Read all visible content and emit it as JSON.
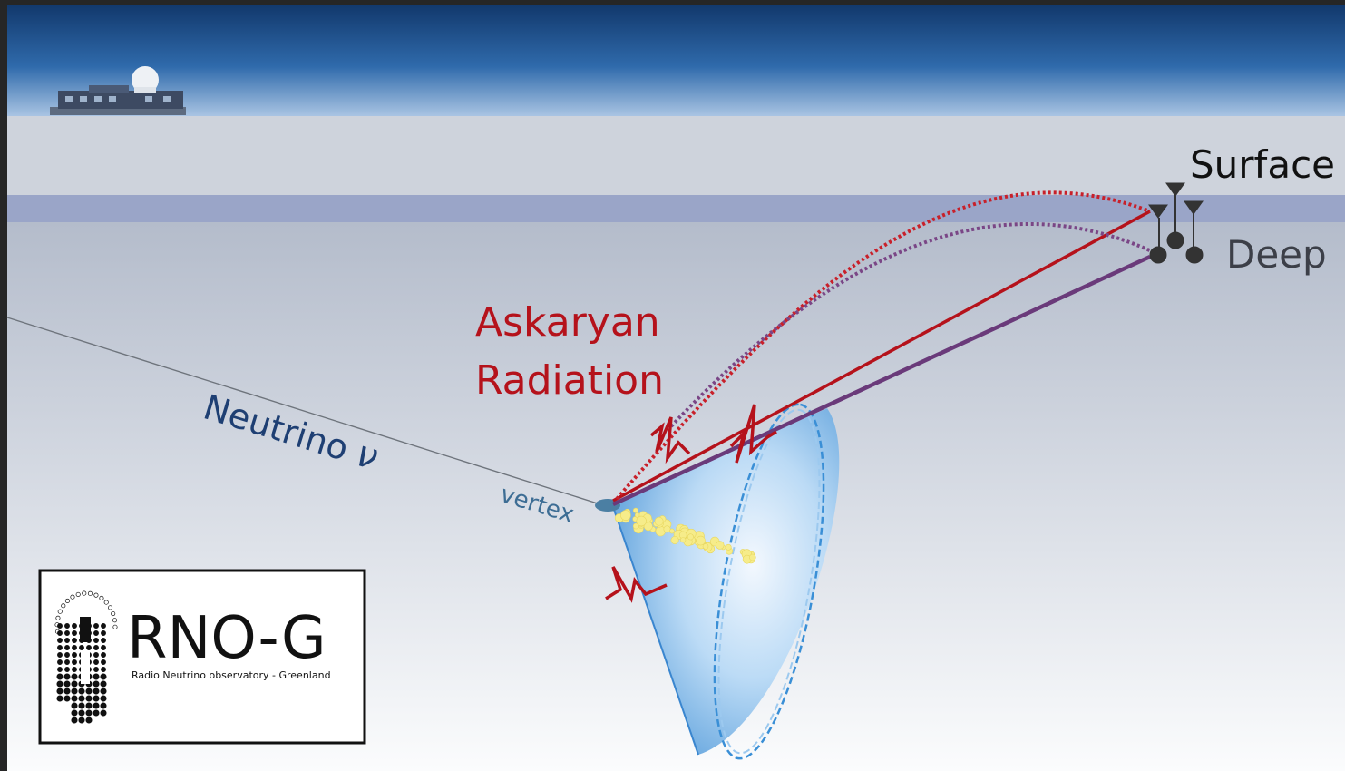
{
  "labels": {
    "surface": "Surface",
    "deep": "Deep",
    "askaryan_line1": "Askaryan",
    "askaryan_line2": "Radiation",
    "neutrino": "Neutrino",
    "neutrino_symbol": "ν",
    "vertex": "vertex"
  },
  "logo": {
    "name": "RNO-G",
    "subtitle": "Radio Neutrino observatory - Greenland"
  },
  "colors": {
    "sky_top": "#1b4f8c",
    "sky_bottom": "#8fb3da",
    "ice_surface": "#cdd3dd",
    "firn_band": "#9aa6c9",
    "ice_deep_bottom": "#f7f8fb",
    "surface_signal": "#b5121b",
    "deep_signal": "#6a3a7a",
    "askaryan_text": "#b5121b",
    "neutrino_text": "#1e3f73",
    "vertex_text": "#3d6d94",
    "cone_fill": "#8fc1ee",
    "cone_edge": "#3a86cf",
    "station": "#333333"
  }
}
